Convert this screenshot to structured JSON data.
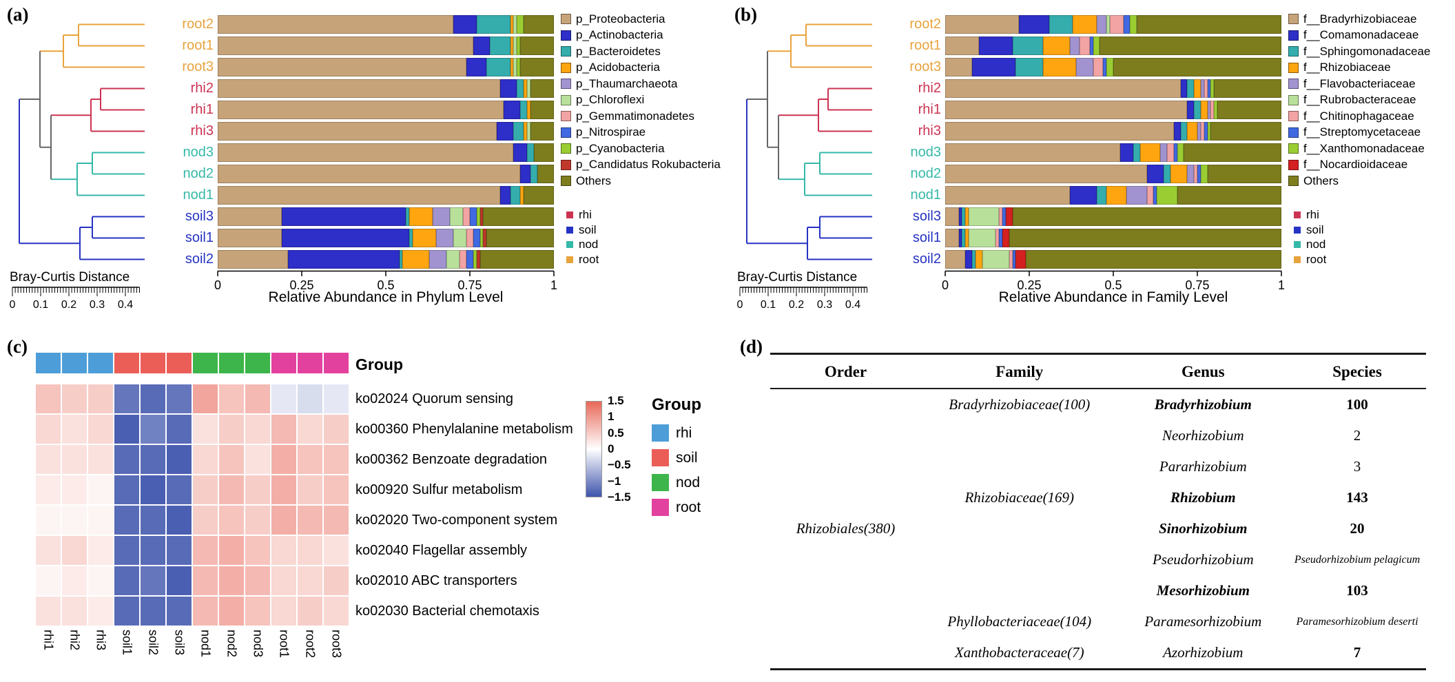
{
  "chart_data": [
    {
      "id": "a",
      "type": "bar",
      "subtype": "stacked-horizontal",
      "panel_label": "(a)",
      "xlabel": "Relative Abundance in Phylum Level",
      "xlim": [
        0,
        1
      ],
      "x_ticks": [
        0,
        0.25,
        0.5,
        0.75,
        1
      ],
      "x_tick_labels": [
        "0",
        "0.25",
        "0.5",
        "0.75",
        "1"
      ],
      "categories": [
        "root2",
        "root1",
        "root3",
        "rhi2",
        "rhi1",
        "rhi3",
        "nod3",
        "nod2",
        "nod1",
        "soil3",
        "soil1",
        "soil2"
      ],
      "category_groups": [
        "root",
        "root",
        "root",
        "rhi",
        "rhi",
        "rhi",
        "nod",
        "nod",
        "nod",
        "soil",
        "soil",
        "soil"
      ],
      "group_colors": {
        "root": "#E8A33D",
        "rhi": "#CC3352",
        "nod": "#35B8A8",
        "soil": "#2633C4"
      },
      "group_legend": [
        "rhi",
        "soil",
        "nod",
        "root"
      ],
      "series": [
        {
          "name": "p_Proteobacteria",
          "color": "#C7A379",
          "values": [
            0.7,
            0.76,
            0.74,
            0.84,
            0.85,
            0.83,
            0.88,
            0.9,
            0.84,
            0.19,
            0.19,
            0.21
          ]
        },
        {
          "name": "p_Actinobacteria",
          "color": "#2E2EC8",
          "values": [
            0.07,
            0.05,
            0.06,
            0.05,
            0.05,
            0.05,
            0.04,
            0.03,
            0.03,
            0.37,
            0.38,
            0.33
          ]
        },
        {
          "name": "p_Bacteroidetes",
          "color": "#35ADAD",
          "values": [
            0.1,
            0.06,
            0.07,
            0.02,
            0.02,
            0.03,
            0.02,
            0.02,
            0.03,
            0.01,
            0.01,
            0.01
          ]
        },
        {
          "name": "p_Acidobacteria",
          "color": "#FFA510",
          "values": [
            0.01,
            0.01,
            0.01,
            0.01,
            0.01,
            0.01,
            0.0,
            0.0,
            0.01,
            0.07,
            0.07,
            0.08
          ]
        },
        {
          "name": "p_Thaumarchaeota",
          "color": "#A193CF",
          "values": [
            0.0,
            0.0,
            0.0,
            0.0,
            0.0,
            0.0,
            0.0,
            0.0,
            0.0,
            0.05,
            0.05,
            0.05
          ]
        },
        {
          "name": "p_Chloroflexi",
          "color": "#B8E09A",
          "values": [
            0.01,
            0.01,
            0.01,
            0.01,
            0.0,
            0.01,
            0.0,
            0.0,
            0.0,
            0.04,
            0.04,
            0.04
          ]
        },
        {
          "name": "p_Gemmatimonadetes",
          "color": "#F2A3A3",
          "values": [
            0.0,
            0.0,
            0.0,
            0.0,
            0.0,
            0.0,
            0.0,
            0.0,
            0.0,
            0.02,
            0.02,
            0.02
          ]
        },
        {
          "name": "p_Nitrospirae",
          "color": "#4169E1",
          "values": [
            0.0,
            0.0,
            0.0,
            0.0,
            0.0,
            0.0,
            0.0,
            0.0,
            0.0,
            0.02,
            0.02,
            0.02
          ]
        },
        {
          "name": "p_Cyanobacteria",
          "color": "#9ACD32",
          "values": [
            0.02,
            0.01,
            0.01,
            0.0,
            0.0,
            0.0,
            0.0,
            0.0,
            0.0,
            0.01,
            0.01,
            0.01
          ]
        },
        {
          "name": "p_Candidatus Rokubacteria",
          "color": "#C0392B",
          "values": [
            0.0,
            0.0,
            0.0,
            0.0,
            0.0,
            0.0,
            0.0,
            0.0,
            0.0,
            0.01,
            0.01,
            0.01
          ]
        },
        {
          "name": "Others",
          "color": "#7D7D1E",
          "values": [
            0.09,
            0.1,
            0.1,
            0.07,
            0.07,
            0.07,
            0.06,
            0.05,
            0.09,
            0.21,
            0.2,
            0.22
          ]
        }
      ],
      "distance_scale": {
        "title": "Bray-Curtis Distance",
        "tick_labels": [
          "0",
          "0.1",
          "0.2",
          "0.3",
          "0.4"
        ],
        "max": 0.45
      }
    },
    {
      "id": "b",
      "type": "bar",
      "subtype": "stacked-horizontal",
      "panel_label": "(b)",
      "xlabel": "Relative Abundance in Family Level",
      "xlim": [
        0,
        1
      ],
      "x_ticks": [
        0,
        0.25,
        0.5,
        0.75,
        1
      ],
      "x_tick_labels": [
        "0",
        "0.25",
        "0.5",
        "0.75",
        "1"
      ],
      "categories": [
        "root2",
        "root1",
        "root3",
        "rhi2",
        "rhi1",
        "rhi3",
        "nod3",
        "nod2",
        "nod1",
        "soil3",
        "soil1",
        "soil2"
      ],
      "category_groups": [
        "root",
        "root",
        "root",
        "rhi",
        "rhi",
        "rhi",
        "nod",
        "nod",
        "nod",
        "soil",
        "soil",
        "soil"
      ],
      "group_colors": {
        "root": "#E8A33D",
        "rhi": "#CC3352",
        "nod": "#35B8A8",
        "soil": "#2633C4"
      },
      "group_legend": [
        "rhi",
        "soil",
        "nod",
        "root"
      ],
      "series": [
        {
          "name": "f__Bradyrhizobiaceae",
          "color": "#C7A379",
          "values": [
            0.22,
            0.1,
            0.08,
            0.7,
            0.72,
            0.68,
            0.52,
            0.6,
            0.37,
            0.04,
            0.04,
            0.06
          ]
        },
        {
          "name": "f__Comamonadaceae",
          "color": "#2E2EC8",
          "values": [
            0.09,
            0.1,
            0.13,
            0.02,
            0.02,
            0.02,
            0.04,
            0.05,
            0.08,
            0.01,
            0.01,
            0.02
          ]
        },
        {
          "name": "f__Sphingomonadaceae",
          "color": "#35ADAD",
          "values": [
            0.07,
            0.09,
            0.08,
            0.02,
            0.02,
            0.02,
            0.02,
            0.02,
            0.03,
            0.01,
            0.01,
            0.01
          ]
        },
        {
          "name": "f__Rhizobiaceae",
          "color": "#FFA510",
          "values": [
            0.07,
            0.08,
            0.1,
            0.02,
            0.02,
            0.03,
            0.06,
            0.05,
            0.06,
            0.01,
            0.01,
            0.02
          ]
        },
        {
          "name": "f__Flavobacteriaceae",
          "color": "#A193CF",
          "values": [
            0.03,
            0.03,
            0.05,
            0.01,
            0.01,
            0.01,
            0.02,
            0.02,
            0.06,
            0.0,
            0.0,
            0.0
          ]
        },
        {
          "name": "f__Rubrobacteraceae",
          "color": "#B8E09A",
          "values": [
            0.01,
            0.0,
            0.0,
            0.0,
            0.0,
            0.0,
            0.0,
            0.0,
            0.0,
            0.09,
            0.08,
            0.08
          ]
        },
        {
          "name": "f__Chitinophagaceae",
          "color": "#F2A3A3",
          "values": [
            0.04,
            0.03,
            0.03,
            0.01,
            0.01,
            0.01,
            0.02,
            0.01,
            0.02,
            0.01,
            0.01,
            0.01
          ]
        },
        {
          "name": "f__Streptomycetaceae",
          "color": "#4169E1",
          "values": [
            0.02,
            0.01,
            0.01,
            0.01,
            0.0,
            0.01,
            0.01,
            0.01,
            0.01,
            0.01,
            0.01,
            0.01
          ]
        },
        {
          "name": "f__Xanthomonadaceae",
          "color": "#9ACD32",
          "values": [
            0.02,
            0.02,
            0.02,
            0.01,
            0.01,
            0.01,
            0.02,
            0.02,
            0.06,
            0.0,
            0.0,
            0.0
          ]
        },
        {
          "name": "f__Nocardioidaceae",
          "color": "#D42020",
          "values": [
            0.0,
            0.0,
            0.0,
            0.0,
            0.0,
            0.0,
            0.0,
            0.0,
            0.0,
            0.02,
            0.02,
            0.03
          ]
        },
        {
          "name": "Others",
          "color": "#7D7D1E",
          "values": [
            0.43,
            0.54,
            0.5,
            0.2,
            0.19,
            0.21,
            0.29,
            0.22,
            0.31,
            0.8,
            0.81,
            0.76
          ]
        }
      ],
      "distance_scale": {
        "title": "Bray-Curtis Distance",
        "tick_labels": [
          "0",
          "0.1",
          "0.2",
          "0.3",
          "0.4"
        ],
        "max": 0.45
      }
    },
    {
      "id": "c",
      "type": "heatmap",
      "panel_label": "(c)",
      "annotation_title": "Group",
      "columns": [
        "rhi1",
        "rhi2",
        "rhi3",
        "soil1",
        "soil2",
        "soil3",
        "nod1",
        "nod2",
        "nod3",
        "root1",
        "root2",
        "root3"
      ],
      "column_groups": [
        "rhi",
        "rhi",
        "rhi",
        "soil",
        "soil",
        "soil",
        "nod",
        "nod",
        "nod",
        "root",
        "root",
        "root"
      ],
      "group_colors": {
        "rhi": "#4D9ED8",
        "soil": "#EA5E57",
        "nod": "#3DB54A",
        "root": "#E2419E"
      },
      "rows": [
        {
          "label": "ko02024 Quorum sensing",
          "values": [
            0.6,
            0.5,
            0.5,
            -1.2,
            -1.3,
            -1.2,
            0.9,
            0.6,
            0.7,
            -0.2,
            -0.3,
            -0.2
          ]
        },
        {
          "label": "ko00360 Phenylalanine metabolism",
          "values": [
            0.4,
            0.3,
            0.4,
            -1.4,
            -1.1,
            -1.3,
            0.3,
            0.5,
            0.4,
            0.7,
            0.4,
            0.5
          ]
        },
        {
          "label": "ko00362 Benzoate degradation",
          "values": [
            0.3,
            0.3,
            0.3,
            -1.3,
            -1.3,
            -1.4,
            0.4,
            0.6,
            0.3,
            0.8,
            0.6,
            0.6
          ]
        },
        {
          "label": "ko00920 Sulfur metabolism",
          "values": [
            0.2,
            0.2,
            0.1,
            -1.3,
            -1.4,
            -1.3,
            0.5,
            0.7,
            0.5,
            0.8,
            0.5,
            0.6
          ]
        },
        {
          "label": "ko02020 Two-component system",
          "values": [
            0.1,
            0.1,
            0.1,
            -1.3,
            -1.3,
            -1.4,
            0.5,
            0.6,
            0.5,
            0.8,
            0.7,
            0.7
          ]
        },
        {
          "label": "ko02040 Flagellar assembly",
          "values": [
            0.3,
            0.4,
            0.2,
            -1.3,
            -1.3,
            -1.3,
            0.7,
            0.8,
            0.6,
            0.4,
            0.4,
            0.3
          ]
        },
        {
          "label": "ko02010 ABC transporters",
          "values": [
            0.1,
            0.2,
            0.1,
            -1.3,
            -1.2,
            -1.4,
            0.7,
            0.8,
            0.7,
            0.4,
            0.4,
            0.5
          ]
        },
        {
          "label": "ko02030 Bacterial chemotaxis",
          "values": [
            0.3,
            0.3,
            0.2,
            -1.3,
            -1.3,
            -1.3,
            0.7,
            0.8,
            0.6,
            0.4,
            0.5,
            0.4
          ]
        }
      ],
      "colorbar": {
        "tick_labels": [
          "1.5",
          "1",
          "0.5",
          "0",
          "−0.5",
          "−1",
          "−1.5"
        ],
        "max": 1.5,
        "min": -1.5,
        "pos_color": "#E8695A",
        "neg_color": "#3E54AC"
      },
      "group_legend": {
        "title": "Group",
        "items": [
          "rhi",
          "soil",
          "nod",
          "root"
        ]
      }
    },
    {
      "id": "d",
      "type": "table",
      "panel_label": "(d)",
      "columns": [
        "Order",
        "Family",
        "Genus",
        "Species"
      ],
      "rows": [
        {
          "cells": [
            "",
            "Bradyrhizobiaceae(100)",
            "Bradyrhizobium",
            "100"
          ],
          "styles": [
            "",
            "i",
            "bi",
            "b"
          ]
        },
        {
          "cells": [
            "",
            "",
            "Neorhizobium",
            "2"
          ],
          "styles": [
            "",
            "",
            "i",
            ""
          ]
        },
        {
          "cells": [
            "",
            "",
            "Pararhizobium",
            "3"
          ],
          "styles": [
            "",
            "",
            "i",
            ""
          ]
        },
        {
          "cells": [
            "",
            "Rhizobiaceae(169)",
            "Rhizobium",
            "143"
          ],
          "styles": [
            "",
            "i",
            "bi",
            "b"
          ]
        },
        {
          "cells": [
            "Rhizobiales(380)",
            "",
            "Sinorhizobium",
            "20"
          ],
          "styles": [
            "i",
            "",
            "bi",
            "b"
          ]
        },
        {
          "cells": [
            "",
            "",
            "Pseudorhizobium",
            "Pseudorhizobium pelagicum"
          ],
          "styles": [
            "",
            "",
            "i",
            "is"
          ]
        },
        {
          "cells": [
            "",
            "",
            "Mesorhizobium",
            "103"
          ],
          "styles": [
            "",
            "",
            "bi",
            "b"
          ]
        },
        {
          "cells": [
            "",
            "Phyllobacteriaceae(104)",
            "Paramesorhizobium",
            "Paramesorhizobium deserti"
          ],
          "styles": [
            "",
            "i",
            "i",
            "is"
          ]
        },
        {
          "cells": [
            "",
            "Xanthobacteraceae(7)",
            "Azorhizobium",
            "7"
          ],
          "styles": [
            "",
            "i",
            "i",
            "b"
          ]
        }
      ]
    }
  ]
}
